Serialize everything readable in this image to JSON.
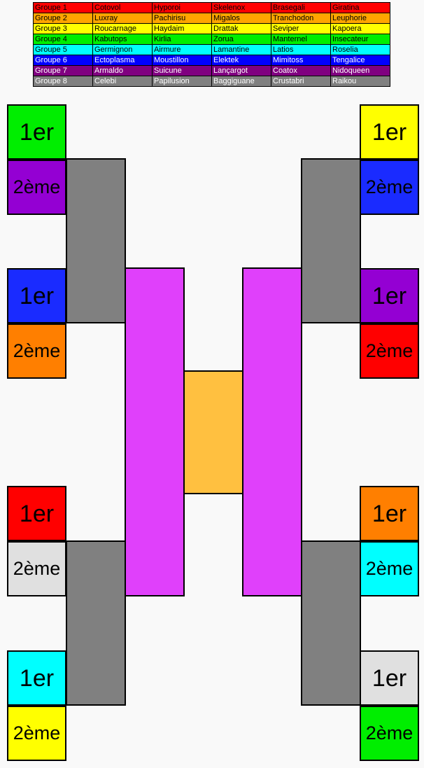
{
  "groups_table": {
    "rows": [
      {
        "cells": [
          "Groupe 1",
          "Cotovol",
          "Hyporoi",
          "Skelenox",
          "Brasegali",
          "Giratina"
        ],
        "bg": "#ff0000",
        "fg": "#000000"
      },
      {
        "cells": [
          "Groupe 2",
          "Luxray",
          "Pachirisu",
          "Migalos",
          "Tranchodon",
          "Leuphorie"
        ],
        "bg": "#ffa500",
        "fg": "#000000"
      },
      {
        "cells": [
          "Groupe 3",
          "Roucarnage",
          "Haydaim",
          "Drattak",
          "Seviper",
          "Kapoera"
        ],
        "bg": "#ffff00",
        "fg": "#000000"
      },
      {
        "cells": [
          "Groupe 4",
          "Kabutops",
          "Kirlia",
          "Zorua",
          "Manternel",
          "Insecateur"
        ],
        "bg": "#00ee00",
        "fg": "#000000"
      },
      {
        "cells": [
          "Groupe 5",
          "Germignon",
          "Airmure",
          "Lamantine",
          "Latios",
          "Roselia"
        ],
        "bg": "#00ffff",
        "fg": "#000000"
      },
      {
        "cells": [
          "Groupe 6",
          "Ectoplasma",
          "Moustillon",
          "Elektek",
          "Mimitoss",
          "Tengalice"
        ],
        "bg": "#0000ff",
        "fg": "#ffffff"
      },
      {
        "cells": [
          "Groupe 7",
          "Armaldo",
          "Suicune",
          "Lançargot",
          "Coatox",
          "Nidoqueen"
        ],
        "bg": "#800080",
        "fg": "#ffffff"
      },
      {
        "cells": [
          "Groupe 8",
          "Celebi",
          "Papilusion",
          "Baggiguane",
          "Crustabri",
          "Raikou"
        ],
        "bg": "#808080",
        "fg": "#ffffff"
      }
    ]
  },
  "bracket": {
    "first_label": "1er",
    "second_label": "2ème",
    "left_slots": [
      {
        "first_color": "#00ee00",
        "second_color": "#9400d3"
      },
      {
        "first_color": "#1a2bff",
        "second_color": "#ff7f00"
      },
      {
        "first_color": "#ff0000",
        "second_color": "#e0e0e0"
      },
      {
        "first_color": "#00ffff",
        "second_color": "#ffff00"
      }
    ],
    "right_slots": [
      {
        "first_color": "#ffff00",
        "second_color": "#1a2bff"
      },
      {
        "first_color": "#9400d3",
        "second_color": "#ff0000"
      },
      {
        "first_color": "#ff7f00",
        "second_color": "#00ffff"
      },
      {
        "first_color": "#e0e0e0",
        "second_color": "#00ee00"
      }
    ],
    "quarterfinal_color": "#808080",
    "semifinal_color": "#e040fb",
    "final_color": "#ffc040"
  }
}
